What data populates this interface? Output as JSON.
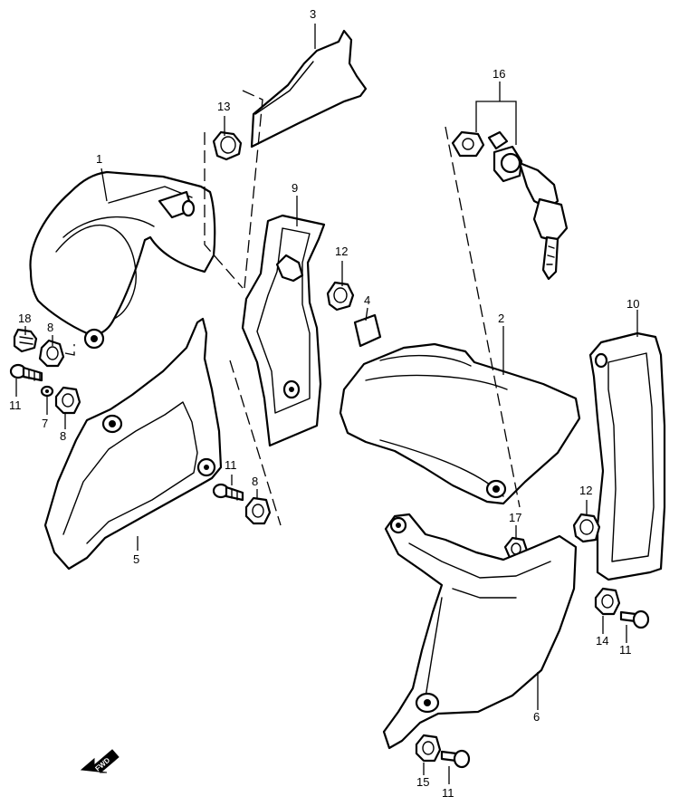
{
  "callouts": [
    {
      "id": "1",
      "label": "1"
    },
    {
      "id": "2",
      "label": "2"
    },
    {
      "id": "3",
      "label": "3"
    },
    {
      "id": "4",
      "label": "4"
    },
    {
      "id": "5",
      "label": "5"
    },
    {
      "id": "6",
      "label": "6"
    },
    {
      "id": "7",
      "label": "7"
    },
    {
      "id": "8a",
      "label": "8"
    },
    {
      "id": "8b",
      "label": "8"
    },
    {
      "id": "8c",
      "label": "8"
    },
    {
      "id": "9",
      "label": "9"
    },
    {
      "id": "10",
      "label": "10"
    },
    {
      "id": "11a",
      "label": "11"
    },
    {
      "id": "11b",
      "label": "11"
    },
    {
      "id": "11c",
      "label": "11"
    },
    {
      "id": "11d",
      "label": "11"
    },
    {
      "id": "12a",
      "label": "12"
    },
    {
      "id": "12b",
      "label": "12"
    },
    {
      "id": "13",
      "label": "13"
    },
    {
      "id": "14",
      "label": "14"
    },
    {
      "id": "15",
      "label": "15"
    },
    {
      "id": "16",
      "label": "16"
    },
    {
      "id": "17",
      "label": "17"
    },
    {
      "id": "18",
      "label": "18"
    }
  ],
  "fwd_label": "FWD",
  "icons": {
    "direction": "fwd-arrow-icon"
  },
  "colors": {
    "line": "#000000",
    "background": "#ffffff"
  }
}
